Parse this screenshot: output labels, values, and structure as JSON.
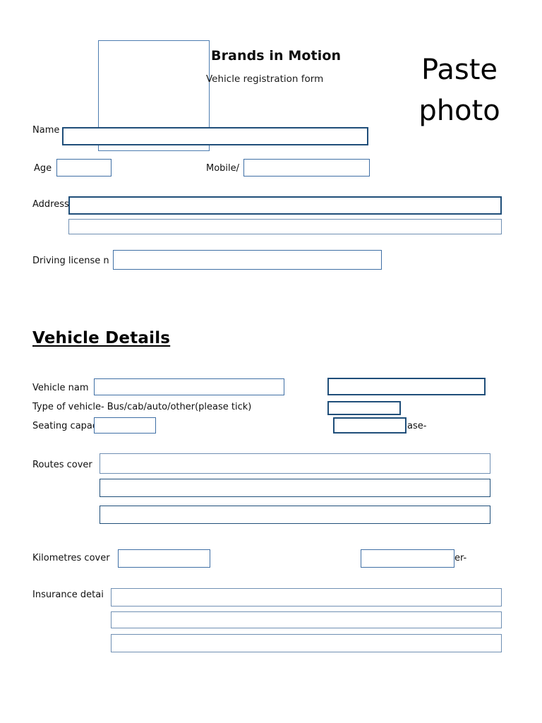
{
  "document": {
    "title": "Brands in Motion",
    "subtitle": "Vehicle registration form",
    "photo_placeholder": "Paste photo",
    "section_heading": "Vehicle Details"
  },
  "personal": {
    "name_label": "Name",
    "name_value": "",
    "age_label": "Age",
    "age_value": "",
    "mobile_label": "Mobile/",
    "mobile_value": "",
    "address_label": "Address",
    "address_line1": "",
    "address_line2": "",
    "license_label": "Driving license n",
    "license_value": ""
  },
  "vehicle": {
    "vehicle_name_label": "Vehicle nam",
    "vehicle_name_value": "",
    "vehicle_name_extra_value": "",
    "type_label": "Type of vehicle- Bus/cab/auto/other(please tick)",
    "type_value": "",
    "seating_label": "Seating capac",
    "seating_value": "",
    "seating_extra_value": "",
    "seating_extra_suffix": "ase-",
    "routes_label": "Routes cover",
    "routes_line1": "",
    "routes_line2": "",
    "routes_line3": "",
    "kilometres_label": "Kilometres cover",
    "kilometres_value": "",
    "kilometres_extra_value": "",
    "kilometres_extra_suffix": "er-",
    "insurance_label": "Insurance detai",
    "insurance_line1": "",
    "insurance_line2": "",
    "insurance_line3": ""
  },
  "colors": {
    "border_light": "#6f8fb3",
    "border_mid": "#3f6fa5",
    "border_dark": "#1f4e79",
    "text": "#101010",
    "page_background": "#ffffff"
  }
}
